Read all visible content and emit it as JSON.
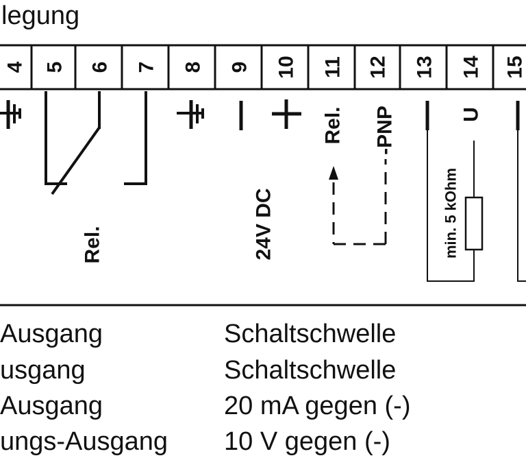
{
  "heading": "legung",
  "terminals": [
    "4",
    "5",
    "6",
    "7",
    "8",
    "9",
    "10",
    "11",
    "12",
    "13",
    "14",
    "15"
  ],
  "symbols": {
    "minus9": "−",
    "plus10": "+",
    "u14": "U"
  },
  "labels": {
    "rel_left": "Rel.",
    "supply": "24V DC",
    "rel_right": "Rel.",
    "pnp": "-PNP",
    "resistor": "min. 5 kOhm"
  },
  "table": {
    "left": [
      "Ausgang",
      "usgang",
      "Ausgang",
      "ungs-Ausgang"
    ],
    "right": [
      "Schaltschwelle",
      "Schaltschwelle",
      "20 mA gegen (-)",
      "10 V gegen (-)"
    ]
  },
  "colors": {
    "ink": "#111111",
    "background": "#ffffff"
  }
}
